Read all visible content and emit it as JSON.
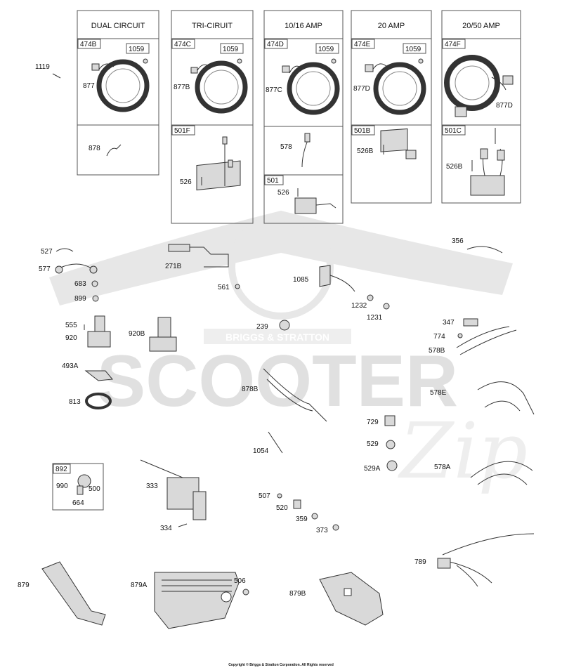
{
  "watermark": {
    "brand": "BRIGGS & STRATTON",
    "word": "SCOOTER",
    "mark": "Zip"
  },
  "copyright": "Copyright © Briggs & Stratton Corporation. All Rights reserved",
  "columns": [
    {
      "header": "DUAL CIRCUIT",
      "kit": "474B",
      "fuse": "1059",
      "wire": "877",
      "sub": "",
      "parts": [
        {
          "label": "878"
        }
      ]
    },
    {
      "header": "TRI-CIRUIT",
      "kit": "474C",
      "fuse": "1059",
      "wire": "877B",
      "sub": "501F",
      "parts": [
        {
          "label": "526"
        }
      ]
    },
    {
      "header": "10/16 AMP",
      "kit": "474D",
      "fuse": "1059",
      "wire": "877C",
      "sub": "501",
      "parts": [
        {
          "label": "578"
        },
        {
          "label": "526"
        }
      ]
    },
    {
      "header": "20 AMP",
      "kit": "474E",
      "fuse": "1059",
      "wire": "877D",
      "sub": "501B",
      "parts": [
        {
          "label": "526B"
        }
      ]
    },
    {
      "header": "20/50 AMP",
      "kit": "474F",
      "fuse": "",
      "wire": "877D",
      "sub": "501C",
      "parts": [
        {
          "label": "526B"
        }
      ]
    }
  ],
  "keyswitch_box": {
    "kit": "892",
    "labels": [
      "990",
      "500",
      "664"
    ]
  },
  "labels": {
    "p1119": "1119",
    "p527": "527",
    "p577": "577",
    "p683": "683",
    "p899": "899",
    "p271B": "271B",
    "p561": "561",
    "p1085": "1085",
    "p1232": "1232",
    "p1231": "1231",
    "p356": "356",
    "p555": "555",
    "p920": "920",
    "p920B": "920B",
    "p239": "239",
    "p347": "347",
    "p774": "774",
    "p578B": "578B",
    "p493A": "493A",
    "p878B": "878B",
    "p578E": "578E",
    "p813": "813",
    "p729": "729",
    "p1054": "1054",
    "p529": "529",
    "p529A": "529A",
    "p578A": "578A",
    "p333": "333",
    "p507": "507",
    "p520": "520",
    "p359": "359",
    "p334": "334",
    "p373": "373",
    "p789": "789",
    "p879": "879",
    "p879A": "879A",
    "p506": "506",
    "p879B": "879B"
  }
}
